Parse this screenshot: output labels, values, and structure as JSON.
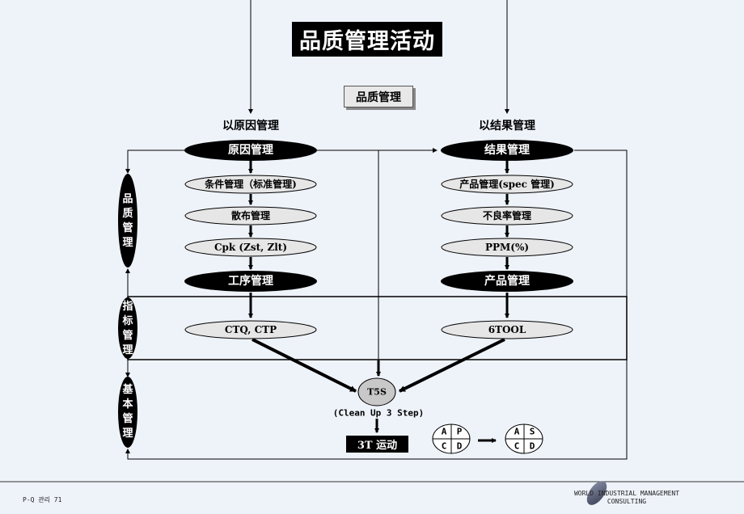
{
  "title": "品质管理活动",
  "subtitle": "品质管理",
  "left_column": {
    "heading": "以原因管理",
    "top_node": "原因管理",
    "steps": [
      "条件管理（标准管理)",
      "散布管理",
      "Cpk (Zst, Zlt)"
    ],
    "bottom_node": "工序管理",
    "indicator_node": "CTQ, CTP"
  },
  "right_column": {
    "heading": "以结果管理",
    "top_node": "结果管理",
    "steps": [
      "产品管理(spec 管理)",
      "不良率管理",
      "PPM(%)"
    ],
    "bottom_node": "产品管理",
    "indicator_node": "6TOOL"
  },
  "side_labels": {
    "quality": "品质管理",
    "indicator": "指标管理",
    "basic": "基本管理"
  },
  "center": {
    "t5s": "T5S",
    "cleanup": "(Clean Up 3 Step)",
    "box_3t": "3T 运动"
  },
  "cycle_left": {
    "tl": "A",
    "tr": "P",
    "bl": "C",
    "br": "D"
  },
  "cycle_right": {
    "tl": "A",
    "tr": "S",
    "bl": "C",
    "br": "D"
  },
  "footer": {
    "left": "P-Q 관리  71",
    "right_line1": "WORLD INDUSTRIAL MANAGEMENT",
    "right_line2": "CONSULTING"
  },
  "colors": {
    "background": "#eef3fa",
    "dark_node": "#000000",
    "light_node": "#e6e6e6"
  }
}
